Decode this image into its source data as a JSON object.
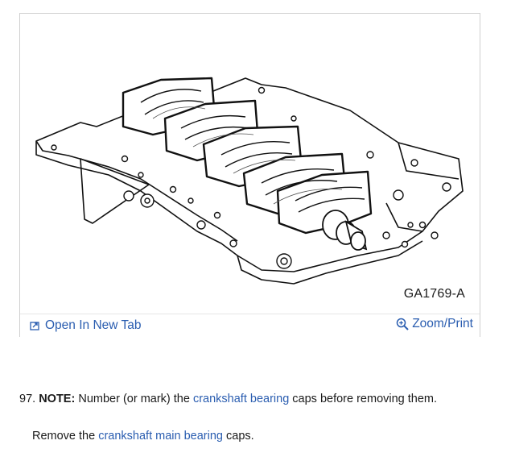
{
  "figure": {
    "code": "GA1769-A",
    "open_tab_label": "Open In New Tab",
    "zoom_label": "Zoom/Print",
    "open_icon": "open-new-tab-icon",
    "zoom_icon": "magnifier-icon"
  },
  "step97": {
    "number": "97.",
    "note_label": "NOTE:",
    "text_before": "Number (or mark) the",
    "link": "crankshaft bearing",
    "text_after": "caps before removing them."
  },
  "step_remove": {
    "text_before": "Remove the",
    "link": "crankshaft main bearing",
    "text_after": "caps."
  },
  "colors": {
    "link": "#2a5db0",
    "text": "#1a1a1a",
    "border": "#cfcfcf"
  }
}
